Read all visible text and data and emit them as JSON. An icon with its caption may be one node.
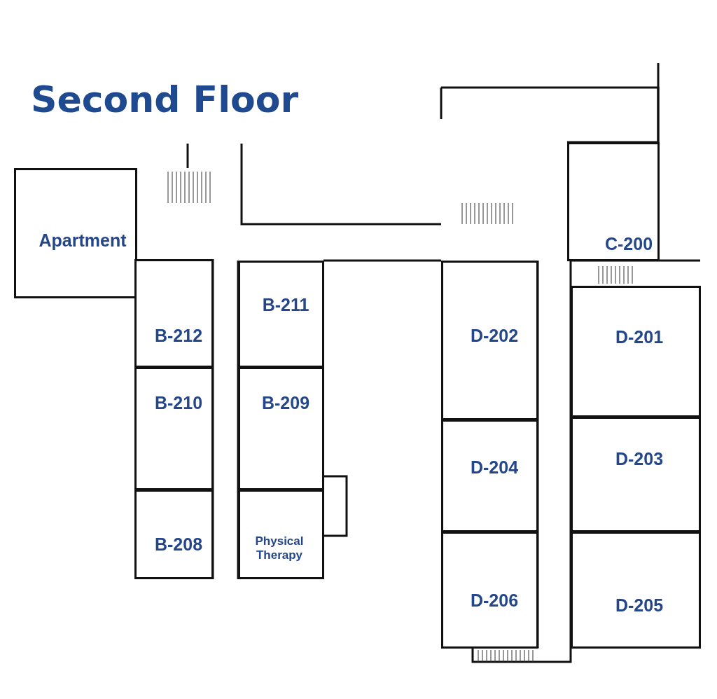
{
  "diagram": {
    "title": "Second Floor",
    "nodes": [
      {
        "text": [
          "Apartment"
        ]
      },
      {
        "text": [
          "C-200"
        ]
      },
      {
        "text": [
          "B-211"
        ]
      },
      {
        "text": [
          "B-212"
        ]
      },
      {
        "text": [
          "D-202"
        ]
      },
      {
        "text": [
          "D-201"
        ]
      },
      {
        "text": [
          "B-210"
        ]
      },
      {
        "text": [
          "B-209"
        ]
      },
      {
        "text": [
          "D-204"
        ]
      },
      {
        "text": [
          "D-203"
        ]
      },
      {
        "text": [
          "B-208"
        ]
      },
      {
        "text": [
          "Physical Therapy"
        ]
      },
      {
        "text": [
          "D-206"
        ]
      },
      {
        "text": [
          "D-205"
        ]
      }
    ]
  }
}
